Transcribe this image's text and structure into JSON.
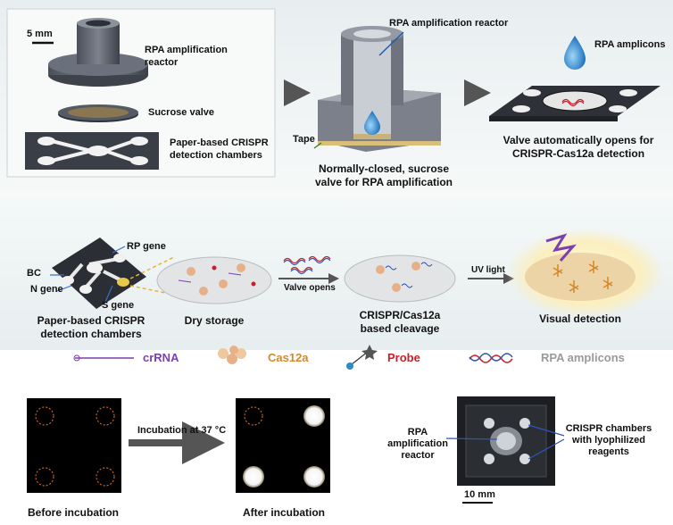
{
  "panel_a": {
    "scale_bar": "5 mm",
    "reactor_label_1": "RPA amplification",
    "reactor_label_2": "reactor",
    "valve_label": "Sucrose valve",
    "chamber_label_1": "Paper-based CRISPR",
    "chamber_label_2": "detection chambers",
    "cross_section_label": "RPA amplification reactor",
    "tape_label": "Tape",
    "caption_1": "Normally-closed, sucrose",
    "caption_2": "valve for RPA amplification",
    "amplicons_label": "RPA amplicons",
    "open_caption_1": "Valve automatically opens  for",
    "open_caption_2": "CRISPR-Cas12a  detection"
  },
  "panel_b": {
    "rp_gene": "RP gene",
    "bc": "BC",
    "n_gene": "N gene",
    "s_gene": "S gene",
    "chip_caption_1": "Paper-based CRISPR",
    "chip_caption_2": "detection chambers",
    "dry_storage": "Dry storage",
    "valve_opens": "Valve opens",
    "cleavage_1": "CRISPR/Cas12a",
    "cleavage_2": "based cleavage",
    "uv_light": "UV light",
    "visual_detection": "Visual detection"
  },
  "legend": {
    "crrna": "crRNA",
    "cas12a": "Cas12a",
    "probe": "Probe",
    "rpa_amplicons": "RPA amplicons",
    "colors": {
      "crrna": "#7a3fb0",
      "cas12a": "#d4882a",
      "probe": "#c8202a",
      "amplicons": "#9a9a9a"
    }
  },
  "panel_c": {
    "incubation": "Incubation at 37 °C",
    "before": "Before incubation",
    "after": "After incubation",
    "rpa_1": "RPA",
    "rpa_2": "amplification",
    "rpa_3": "reactor",
    "crispr_1": "CRISPR chambers",
    "crispr_2": "with lyophilized",
    "crispr_3": "reagents",
    "scale_bar": "10 mm"
  }
}
